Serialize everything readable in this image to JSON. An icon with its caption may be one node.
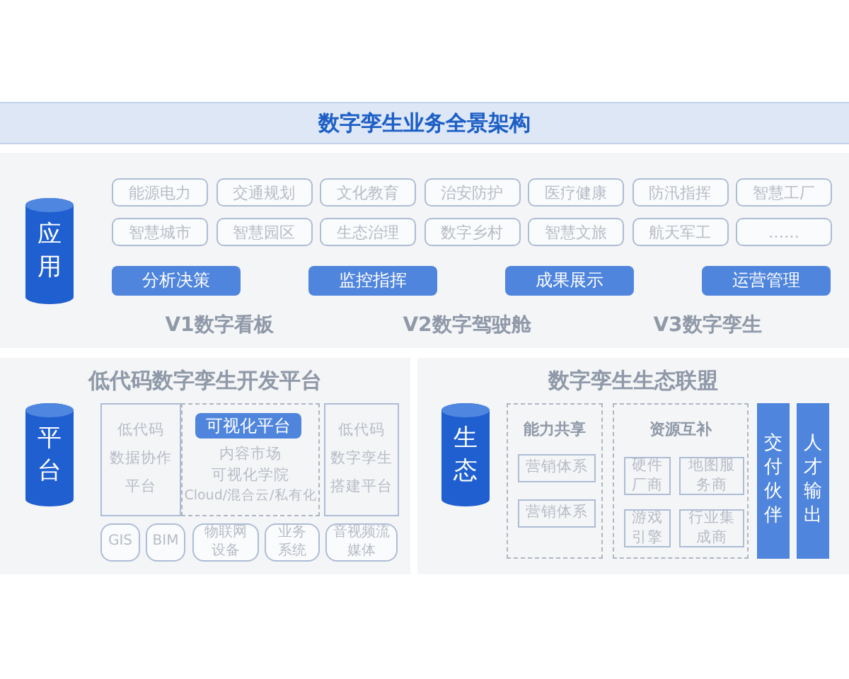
{
  "diagram": {
    "nodes": [
      {
        "text": [
          "数字孪生业务全景架构"
        ]
      },
      {
        "text": [
          "V1数字看板",
          "V2数字驾驶舱",
          "V3数字孪生"
        ]
      },
      {
        "text": [
          "应用"
        ],
        "in": 1
      },
      {
        "text": [
          "能源电力"
        ],
        "in": 1
      },
      {
        "text": [
          "交通规划"
        ],
        "in": 1
      },
      {
        "text": [
          "文化教育"
        ],
        "in": 1
      },
      {
        "text": [
          "治安防护"
        ],
        "in": 1
      },
      {
        "text": [
          "医疗健康"
        ],
        "in": 1
      },
      {
        "text": [
          "防汛指挥"
        ],
        "in": 1
      },
      {
        "text": [
          "智慧工厂"
        ],
        "in": 1
      },
      {
        "text": [
          "智慧城市"
        ],
        "in": 1
      },
      {
        "text": [
          "智慧园区"
        ],
        "in": 1
      },
      {
        "text": [
          "生态治理"
        ],
        "in": 1
      },
      {
        "text": [
          "数字乡村"
        ],
        "in": 1
      },
      {
        "text": [
          "智慧文旅"
        ],
        "in": 1
      },
      {
        "text": [
          "航天军工"
        ],
        "in": 1
      },
      {
        "text": [
          "……"
        ],
        "in": 1
      },
      {
        "text": [
          "分析决策"
        ],
        "in": 1
      },
      {
        "text": [
          "监控指挥"
        ],
        "in": 1
      },
      {
        "text": [
          "成果展示"
        ],
        "in": 1
      },
      {
        "text": [
          "运营管理"
        ],
        "in": 1
      },
      {
        "text": [
          "低代码数字孪生开发平台"
        ]
      },
      {
        "text": [
          "平台"
        ],
        "in": 21
      },
      {
        "text": [
          "低代码",
          "数据协作",
          "平台"
        ],
        "in": 21
      },
      {
        "text": [
          "内容市场",
          "可视化学院",
          "Cloud/混合云/私有化"
        ],
        "in": 21
      },
      {
        "text": [
          "可视化平台"
        ],
        "in": 24
      },
      {
        "text": [
          "低代码",
          "数字孪生",
          "搭建平台"
        ],
        "in": 21
      },
      {
        "text": [
          "GIS"
        ],
        "in": 21
      },
      {
        "text": [
          "BIM"
        ],
        "in": 21
      },
      {
        "text": [
          "物联网设备"
        ],
        "in": 21
      },
      {
        "text": [
          "业务系统"
        ],
        "in": 21
      },
      {
        "text": [
          "音视频流媒体"
        ],
        "in": 21
      },
      {
        "text": [
          "数字孪生生态联盟"
        ]
      },
      {
        "text": [
          "生态"
        ],
        "in": 32
      },
      {
        "text": [
          "能力共享"
        ],
        "in": 32
      },
      {
        "text": [
          "营销体系"
        ],
        "in": 34
      },
      {
        "text": [
          "营销体系"
        ],
        "in": 34
      },
      {
        "text": [
          "资源互补"
        ],
        "in": 32
      },
      {
        "text": [
          "硬件厂商"
        ],
        "in": 37
      },
      {
        "text": [
          "地图服务商"
        ],
        "in": 37
      },
      {
        "text": [
          "游戏引擎"
        ],
        "in": 37
      },
      {
        "text": [
          "行业集成商"
        ],
        "in": 37
      },
      {
        "text": [
          "交付伙伴"
        ],
        "in": 32
      },
      {
        "text": [
          "人才输出"
        ],
        "in": 32
      }
    ]
  }
}
